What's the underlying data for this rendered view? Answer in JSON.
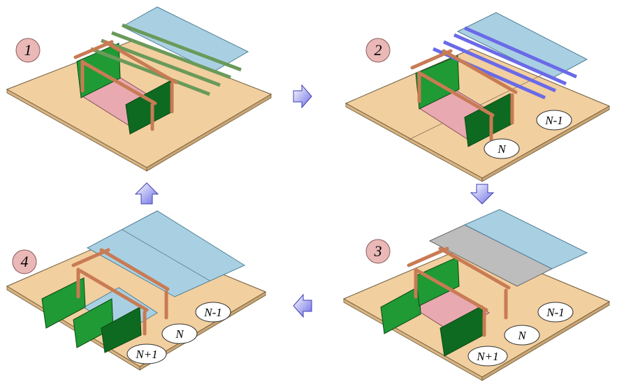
{
  "steps": [
    {
      "number": "1",
      "labels": []
    },
    {
      "number": "2",
      "labels": [
        "N-1",
        "N"
      ]
    },
    {
      "number": "3",
      "labels": [
        "N-1",
        "N",
        "N+1"
      ]
    },
    {
      "number": "4",
      "labels": [
        "N-1",
        "N",
        "N+1"
      ]
    }
  ],
  "arrows": [
    "right",
    "down",
    "left",
    "up"
  ],
  "colors": {
    "ground": "#f2cf9f",
    "slab": "#a9d0e2",
    "slab_cast": "#bdbdbd",
    "wall_green": "#1f9a34",
    "wall_dark": "#0d6a20",
    "excavation": "#e9a9b0",
    "strut": "#c87b54",
    "beam": "#a6d39a",
    "rebar": "#6a6ae8",
    "step_badge": "#e9b8b7",
    "arrow": "#8f8ff0"
  }
}
